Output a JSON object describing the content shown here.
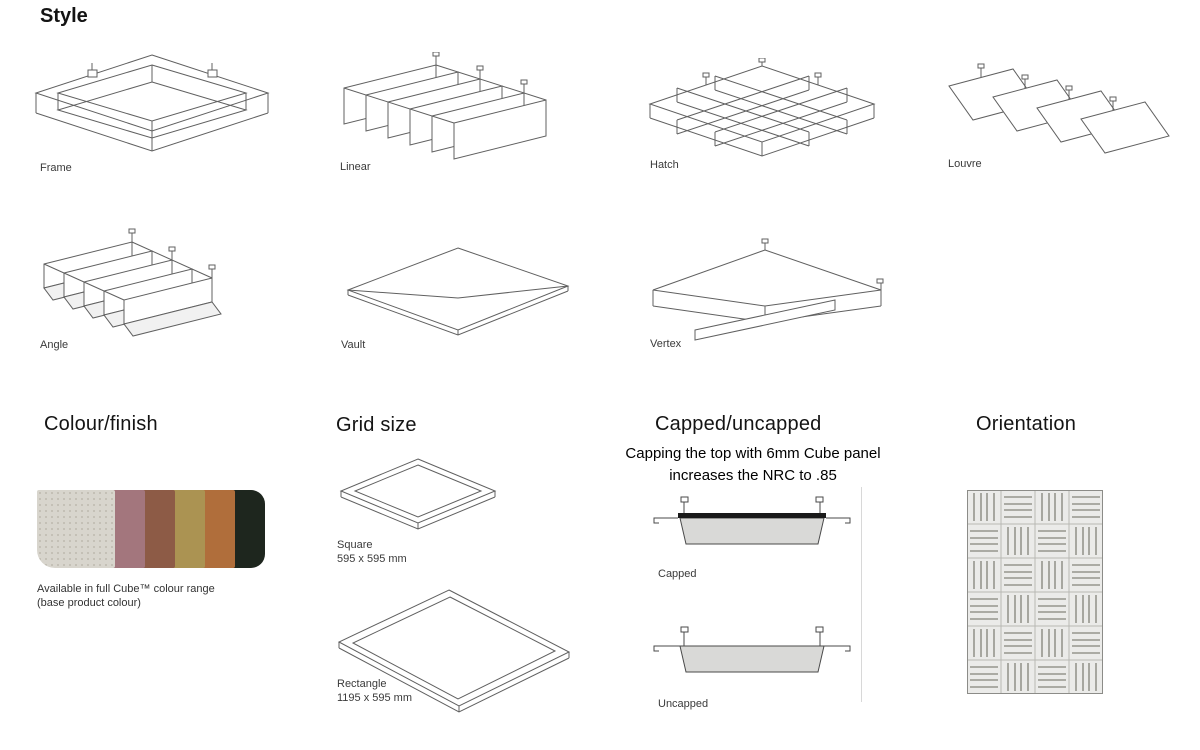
{
  "style_section": {
    "heading": "Style",
    "items": [
      {
        "label": "Frame"
      },
      {
        "label": "Linear"
      },
      {
        "label": "Hatch"
      },
      {
        "label": "Louvre"
      },
      {
        "label": "Angle"
      },
      {
        "label": "Vault"
      },
      {
        "label": "Vertex"
      }
    ]
  },
  "colour_section": {
    "heading": "Colour/finish",
    "caption_line1": "Available in full Cube™ colour range",
    "caption_line2": "(base product colour)",
    "swatches": [
      {
        "name": "speckled-grey",
        "hex": "#d8d5cd"
      },
      {
        "name": "dusty-mauve",
        "hex": "#a3767d"
      },
      {
        "name": "rust-brown",
        "hex": "#8d5b46"
      },
      {
        "name": "olive-gold",
        "hex": "#ab9352"
      },
      {
        "name": "burnt-orange",
        "hex": "#b06e3b"
      },
      {
        "name": "dark-forest",
        "hex": "#1e261e"
      }
    ]
  },
  "grid_section": {
    "heading": "Grid size",
    "items": [
      {
        "label": "Square",
        "dimensions": "595 x 595 mm"
      },
      {
        "label": "Rectangle",
        "dimensions": "1195 x 595 mm"
      }
    ]
  },
  "capped_section": {
    "heading": "Capped/uncapped",
    "note_line1": "Capping the top with 6mm Cube panel",
    "note_line2": "increases the NRC to .85",
    "items": [
      {
        "label": "Capped"
      },
      {
        "label": "Uncapped"
      }
    ]
  },
  "orientation_section": {
    "heading": "Orientation"
  }
}
